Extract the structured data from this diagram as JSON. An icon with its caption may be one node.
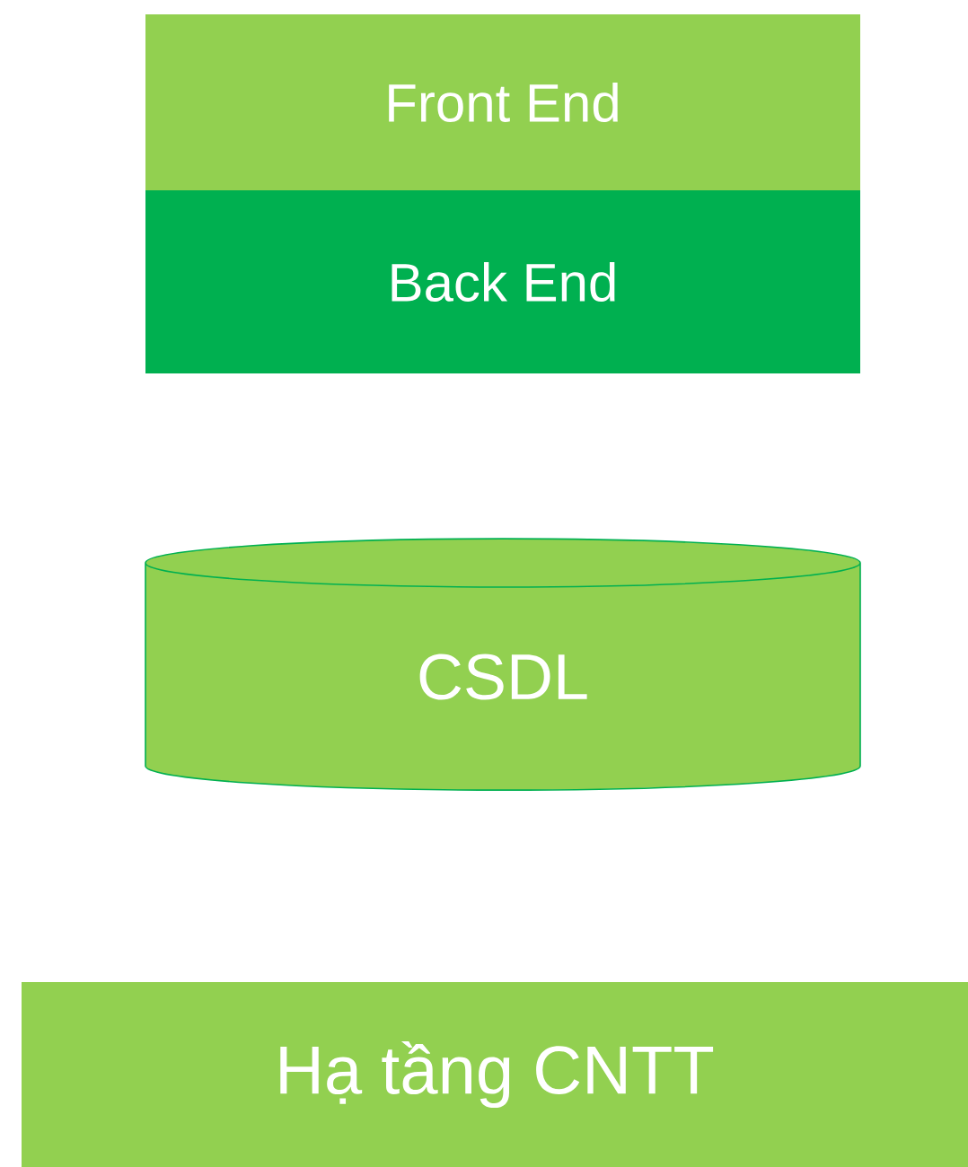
{
  "diagram": {
    "nodes": [
      {
        "text": [
          "Front End"
        ]
      },
      {
        "text": [
          "Back End"
        ]
      },
      {
        "text": [
          "CSDL"
        ]
      },
      {
        "text": [
          "Hạ tầng CNTT"
        ]
      }
    ]
  }
}
